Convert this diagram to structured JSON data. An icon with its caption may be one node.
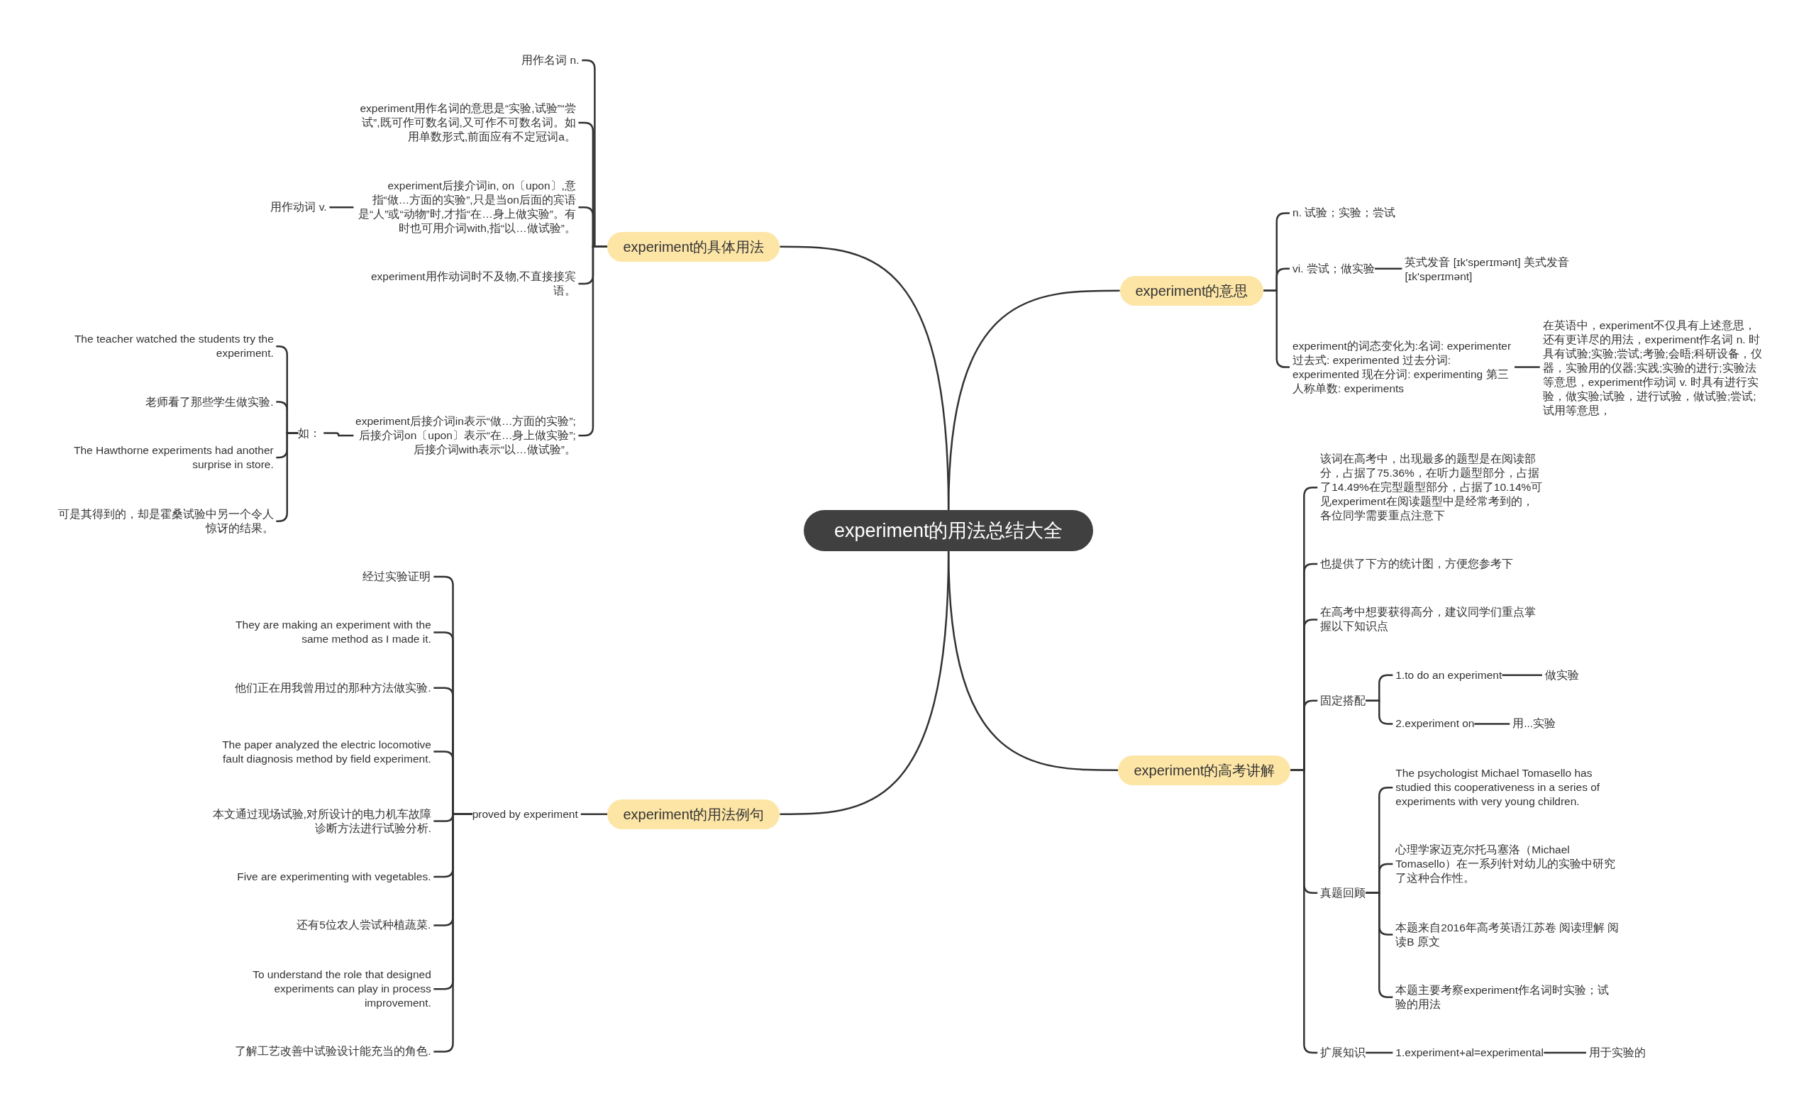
{
  "diagram": {
    "nodes": [
      {
        "text": [
          "experiment的用法总结大全"
        ]
      },
      {
        "text": [
          "experiment的具体用法"
        ]
      },
      {
        "text": [
          "用作名词 n."
        ]
      },
      {
        "text": [
          "experiment用作名词的意思是“实验,试验”“尝试”,既可作可数名词,又可作不可数名词。如用单数形式,前面应有不定冠词a。"
        ]
      },
      {
        "text": [
          "experiment后接介词in, on〔upon〕,意指“做…方面的实验”,只是当on后面的宾语是“人”或“动物”时,才指“在…身上做实验”。有时也可用介词with,指“以…做试验”。"
        ]
      },
      {
        "text": [
          "用作动词 v."
        ]
      },
      {
        "text": [
          "experiment用作动词时不及物,不直接接宾语。"
        ]
      },
      {
        "text": [
          "experiment后接介词in表示“做…方面的实验”; 后接介词on〔upon〕表示“在…身上做实验”; 后接介词with表示“以…做试验”。"
        ]
      },
      {
        "text": [
          "如："
        ]
      },
      {
        "text": [
          "The teacher watched the students try the experiment."
        ]
      },
      {
        "text": [
          "老师看了那些学生做实验."
        ]
      },
      {
        "text": [
          "The Hawthorne experiments had another surprise in store."
        ]
      },
      {
        "text": [
          "可是其得到的，却是霍桑试验中另一个令人惊讶的结果。"
        ]
      },
      {
        "text": [
          "experiment的意思"
        ]
      },
      {
        "text": [
          "n. 试验；实验；尝试"
        ]
      },
      {
        "text": [
          "vi. 尝试；做实验"
        ]
      },
      {
        "text": [
          "英式发音 [ɪk'sperɪmənt] 美式发音 [ɪk'sperɪmənt]"
        ]
      },
      {
        "text": [
          "experiment的词态变化为:名词: experimenter 过去式: experimented 过去分词: experimented 现在分词: experimenting 第三人称单数: experiments"
        ]
      },
      {
        "text": [
          "在英语中，experiment不仅具有上述意思，还有更详尽的用法，experiment作名词 n. 时具有试验;实验;尝试;考验;会晤;科研设备，仪器，实验用的仪器;实践;实验的进行;实验法等意思，experiment作动词 v. 时具有进行实验，做实验;试验，进行试验，做试验;尝试;试用等意思，"
        ]
      },
      {
        "text": [
          "experiment的用法例句"
        ]
      },
      {
        "text": [
          "proved by experiment"
        ]
      },
      {
        "text": [
          "经过实验证明"
        ]
      },
      {
        "text": [
          "They are making an experiment with the same method as I made it."
        ]
      },
      {
        "text": [
          "他们正在用我曾用过的那种方法做实验."
        ]
      },
      {
        "text": [
          "The paper analyzed the electric locomotive fault diagnosis method by field experiment."
        ]
      },
      {
        "text": [
          "本文通过现场试验,对所设计的电力机车故障诊断方法进行试验分析."
        ]
      },
      {
        "text": [
          "Five are experimenting with vegetables."
        ]
      },
      {
        "text": [
          "还有5位农人尝试种植蔬菜."
        ]
      },
      {
        "text": [
          "To understand the role that designed experiments can play in process improvement."
        ]
      },
      {
        "text": [
          "了解工艺改善中试验设计能充当的角色."
        ]
      },
      {
        "text": [
          "experiment的高考讲解"
        ]
      },
      {
        "text": [
          "该词在高考中，出现最多的题型是在阅读部分，占据了75.36%，在听力题型部分，占据了14.49%在完型题型部分，占据了10.14%可见experiment在阅读题型中是经常考到的，各位同学需要重点注意下"
        ]
      },
      {
        "text": [
          "也提供了下方的统计图，方便您参考下"
        ]
      },
      {
        "text": [
          "在高考中想要获得高分，建议同学们重点掌握以下知识点"
        ]
      },
      {
        "text": [
          "固定搭配"
        ]
      },
      {
        "text": [
          "1.to do an experiment"
        ]
      },
      {
        "text": [
          "做实验"
        ]
      },
      {
        "text": [
          "2.experiment on"
        ]
      },
      {
        "text": [
          "用...实验"
        ]
      },
      {
        "text": [
          "真题回顾"
        ]
      },
      {
        "text": [
          "The psychologist Michael Tomasello has studied this cooperativeness in a series of experiments with very young children."
        ]
      },
      {
        "text": [
          "心理学家迈克尔托马塞洛（Michael Tomasello）在一系列针对幼儿的实验中研究了这种合作性。"
        ]
      },
      {
        "text": [
          "本题来自2016年高考英语江苏卷 阅读理解 阅读B 原文"
        ]
      },
      {
        "text": [
          "本题主要考察experiment作名词时实验；试验的用法"
        ]
      },
      {
        "text": [
          "扩展知识"
        ]
      },
      {
        "text": [
          "1.experiment+al=experimental"
        ]
      },
      {
        "text": [
          "用于实验的"
        ]
      }
    ],
    "edges": [
      {
        "from": 0,
        "to": 1,
        "arrow": "none"
      },
      {
        "from": 0,
        "to": 13,
        "arrow": "none"
      },
      {
        "from": 0,
        "to": 19,
        "arrow": "none"
      },
      {
        "from": 0,
        "to": 30,
        "arrow": "none"
      },
      {
        "from": 1,
        "to": 2,
        "arrow": "none"
      },
      {
        "from": 1,
        "to": 3,
        "arrow": "none"
      },
      {
        "from": 1,
        "to": 4,
        "arrow": "none"
      },
      {
        "from": 4,
        "to": 5,
        "arrow": "none"
      },
      {
        "from": 1,
        "to": 6,
        "arrow": "none"
      },
      {
        "from": 1,
        "to": 7,
        "arrow": "none"
      },
      {
        "from": 7,
        "to": 8,
        "arrow": "none"
      },
      {
        "from": 8,
        "to": 9,
        "arrow": "none"
      },
      {
        "from": 8,
        "to": 10,
        "arrow": "none"
      },
      {
        "from": 8,
        "to": 11,
        "arrow": "none"
      },
      {
        "from": 8,
        "to": 12,
        "arrow": "none"
      },
      {
        "from": 13,
        "to": 14,
        "arrow": "none"
      },
      {
        "from": 13,
        "to": 15,
        "arrow": "none"
      },
      {
        "from": 15,
        "to": 16,
        "arrow": "none"
      },
      {
        "from": 13,
        "to": 17,
        "arrow": "none"
      },
      {
        "from": 17,
        "to": 18,
        "arrow": "none"
      },
      {
        "from": 19,
        "to": 20,
        "arrow": "none"
      },
      {
        "from": 20,
        "to": 21,
        "arrow": "none"
      },
      {
        "from": 20,
        "to": 22,
        "arrow": "none"
      },
      {
        "from": 20,
        "to": 23,
        "arrow": "none"
      },
      {
        "from": 20,
        "to": 24,
        "arrow": "none"
      },
      {
        "from": 20,
        "to": 25,
        "arrow": "none"
      },
      {
        "from": 20,
        "to": 26,
        "arrow": "none"
      },
      {
        "from": 20,
        "to": 27,
        "arrow": "none"
      },
      {
        "from": 20,
        "to": 28,
        "arrow": "none"
      },
      {
        "from": 20,
        "to": 29,
        "arrow": "none"
      },
      {
        "from": 30,
        "to": 31,
        "arrow": "none"
      },
      {
        "from": 30,
        "to": 32,
        "arrow": "none"
      },
      {
        "from": 30,
        "to": 33,
        "arrow": "none"
      },
      {
        "from": 30,
        "to": 34,
        "arrow": "none"
      },
      {
        "from": 34,
        "to": 35,
        "arrow": "none"
      },
      {
        "from": 35,
        "to": 36,
        "arrow": "none"
      },
      {
        "from": 34,
        "to": 37,
        "arrow": "none"
      },
      {
        "from": 37,
        "to": 38,
        "arrow": "none"
      },
      {
        "from": 30,
        "to": 39,
        "arrow": "none"
      },
      {
        "from": 39,
        "to": 40,
        "arrow": "none"
      },
      {
        "from": 39,
        "to": 41,
        "arrow": "none"
      },
      {
        "from": 39,
        "to": 42,
        "arrow": "none"
      },
      {
        "from": 39,
        "to": 43,
        "arrow": "none"
      },
      {
        "from": 30,
        "to": 44,
        "arrow": "none"
      },
      {
        "from": 44,
        "to": 45,
        "arrow": "none"
      },
      {
        "from": 45,
        "to": 46,
        "arrow": "none"
      }
    ]
  }
}
